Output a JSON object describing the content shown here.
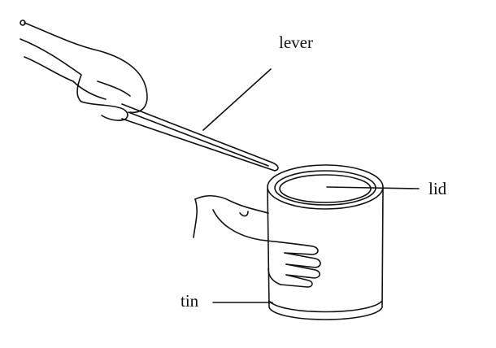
{
  "labels": {
    "lever": "lever",
    "lid": "lid",
    "tin": "tin"
  }
}
